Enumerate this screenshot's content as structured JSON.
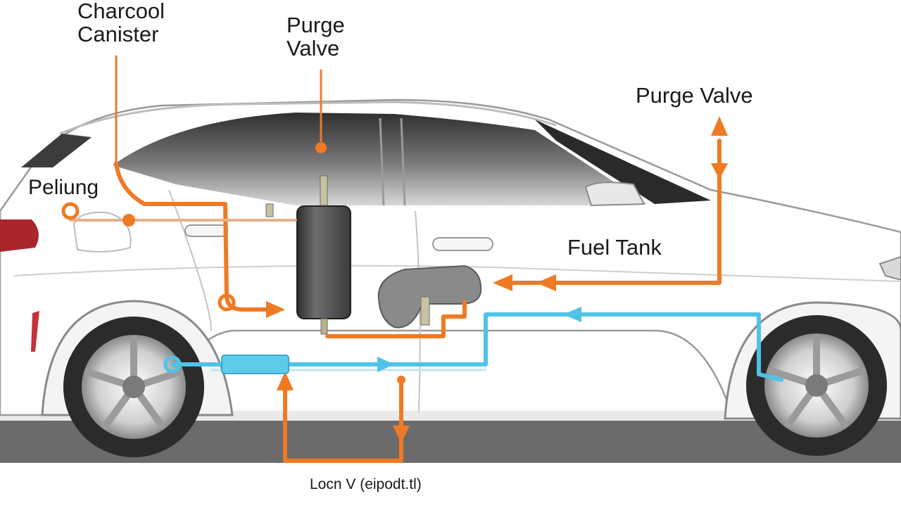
{
  "labels": {
    "charcoal_canister": [
      "Charcool",
      "Canister"
    ],
    "purge_valve_top": [
      "Purge",
      "Valve"
    ],
    "purge_valve_right": "Purge Valve",
    "peliung": "Peliung",
    "fuel_tank": "Fuel Tank",
    "bottom_caption": "Locn V (eipodt.tl)"
  },
  "colors": {
    "vapor_line": "#f07a23",
    "fuel_line": "#4ec3e6",
    "road": "#6b6b6b",
    "window_glass": "#5a5a5a",
    "car_body": "#ffffff",
    "canister": "#4a4a4a"
  }
}
